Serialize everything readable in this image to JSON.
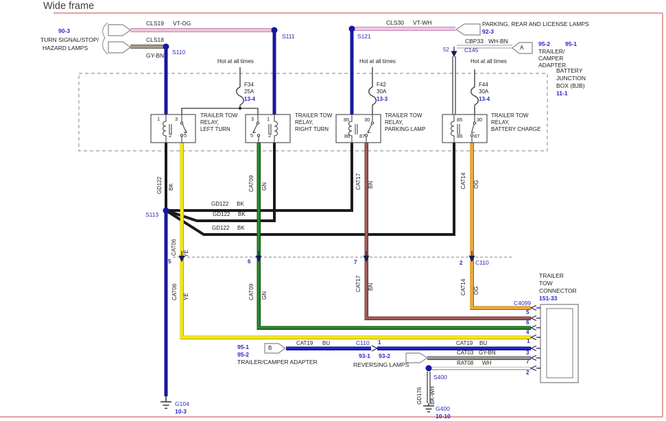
{
  "title": "Wide frame",
  "colors": {
    "hot_blue": "#17179f",
    "black_wire": "#1b1b1b",
    "yellow": "#f4e51c",
    "green": "#2f8f2f",
    "brown": "#a15757",
    "orange": "#f0a82e",
    "blue": "#2222cf",
    "gray": "#9b968d",
    "white": "#ffffff",
    "pink_vt_og": "#edbcd6",
    "pink_vt_wh": "#f0c0e8",
    "gy_bn": "#998877",
    "frame_pink": "#e5a0a0",
    "label_blue": "#2626c6"
  },
  "top": {
    "hot_label": "Hot at all times",
    "turn_group": {
      "ref": "90-3",
      "name1": "TURN SIGNAL/STOP/",
      "name2": "HAZARD LAMPS",
      "wire_top": {
        "circuit": "CLS19",
        "color": "VT-OG"
      },
      "wire_bottom": {
        "circuit": "CLS18",
        "color": "GY-BN"
      },
      "splice_bottom": "S110",
      "splice_top": "S111"
    },
    "parking": {
      "wire": {
        "circuit": "CLS30",
        "color": "VT-WH"
      },
      "splice": "S121",
      "name": "PARKING, REAR AND LICENSE LAMPS",
      "ref": "92-3"
    },
    "camper": {
      "wire": {
        "circuit": "CBP33",
        "color": "WH-BN"
      },
      "pin": "52",
      "connector": "C145",
      "flag": "A",
      "ref1": "95-2",
      "ref2": "95-1",
      "name1": "TRAILER/",
      "name2": "CAMPER",
      "name3": "ADAPTER"
    }
  },
  "bjb": {
    "name1": "BATTERY",
    "name2": "JUNCTION",
    "name3": "BOX (BJB)",
    "ref": "11-1",
    "fuses": [
      {
        "name": "F34",
        "rating": "25A",
        "ref": "13-4"
      },
      {
        "name": "F42",
        "rating": "30A",
        "ref": "13-3"
      },
      {
        "name": "F44",
        "rating": "30A",
        "ref": "13-4"
      }
    ]
  },
  "relays": [
    {
      "name1": "TRAILER TOW",
      "name2": "RELAY,",
      "name3": "LEFT TURN",
      "pin_tl": "1",
      "pin_tr": "3",
      "pin_bl": "2",
      "pin_br": "5"
    },
    {
      "name1": "TRAILER TOW",
      "name2": "RELAY,",
      "name3": "RIGHT TURN",
      "pin_tl": "3",
      "pin_tr": "1",
      "pin_bl": "5",
      "pin_br": "2"
    },
    {
      "name1": "TRAILER TOW",
      "name2": "RELAY,",
      "name3": "PARKING LAMP",
      "pin_tl": "85",
      "pin_tr": "30",
      "pin_bl": "86",
      "pin_br": "87"
    },
    {
      "name1": "TRAILER TOW",
      "name2": "RELAY,",
      "name3": "BATTERY CHARGE",
      "pin_tl": "85",
      "pin_tr": "30",
      "pin_bl": "86",
      "pin_br": "87"
    }
  ],
  "ground_net": {
    "splice": "S113",
    "circuit": "GD122",
    "color": "BK",
    "ground": "G104",
    "ground_ref": "10-3"
  },
  "circuits": {
    "yellow": {
      "circuit": "CAT06",
      "color": "YE"
    },
    "green": {
      "circuit": "CAT09",
      "color": "GN"
    },
    "brown": {
      "circuit": "CAT17",
      "color": "BN"
    },
    "orange": {
      "circuit": "CAT14",
      "color": "OG"
    },
    "blue": {
      "circuit": "CAT19",
      "color": "BU"
    },
    "gray": {
      "circuit": "CAT03",
      "color": "GY-BN"
    },
    "white": {
      "circuit": "RAT08",
      "color": "WH"
    },
    "gd176": {
      "circuit": "GD176",
      "color": "BK-WH"
    }
  },
  "c110": {
    "name": "C110",
    "pin_yellow": "5",
    "pin_green": "6",
    "pin_brown": "7",
    "pin_orange": "2",
    "pin_blue": "1"
  },
  "bottom": {
    "camper_b": {
      "flag": "B",
      "ref1": "95-1",
      "ref2": "95-2",
      "name": "TRAILER/CAMPER ADAPTER"
    },
    "reversing": {
      "ref1": "93-1",
      "ref2": "93-2",
      "name": "REVERSING LAMPS"
    },
    "s400": "S400",
    "g400": "G400",
    "g400_ref": "10-10"
  },
  "trailer_connector": {
    "name1": "TRAILER",
    "name2": "TOW",
    "name3": "CONNECTOR",
    "ref": "151-33",
    "connector": "C4099",
    "pins": [
      "5",
      "6",
      "4",
      "1",
      "3",
      "7",
      "2"
    ]
  }
}
